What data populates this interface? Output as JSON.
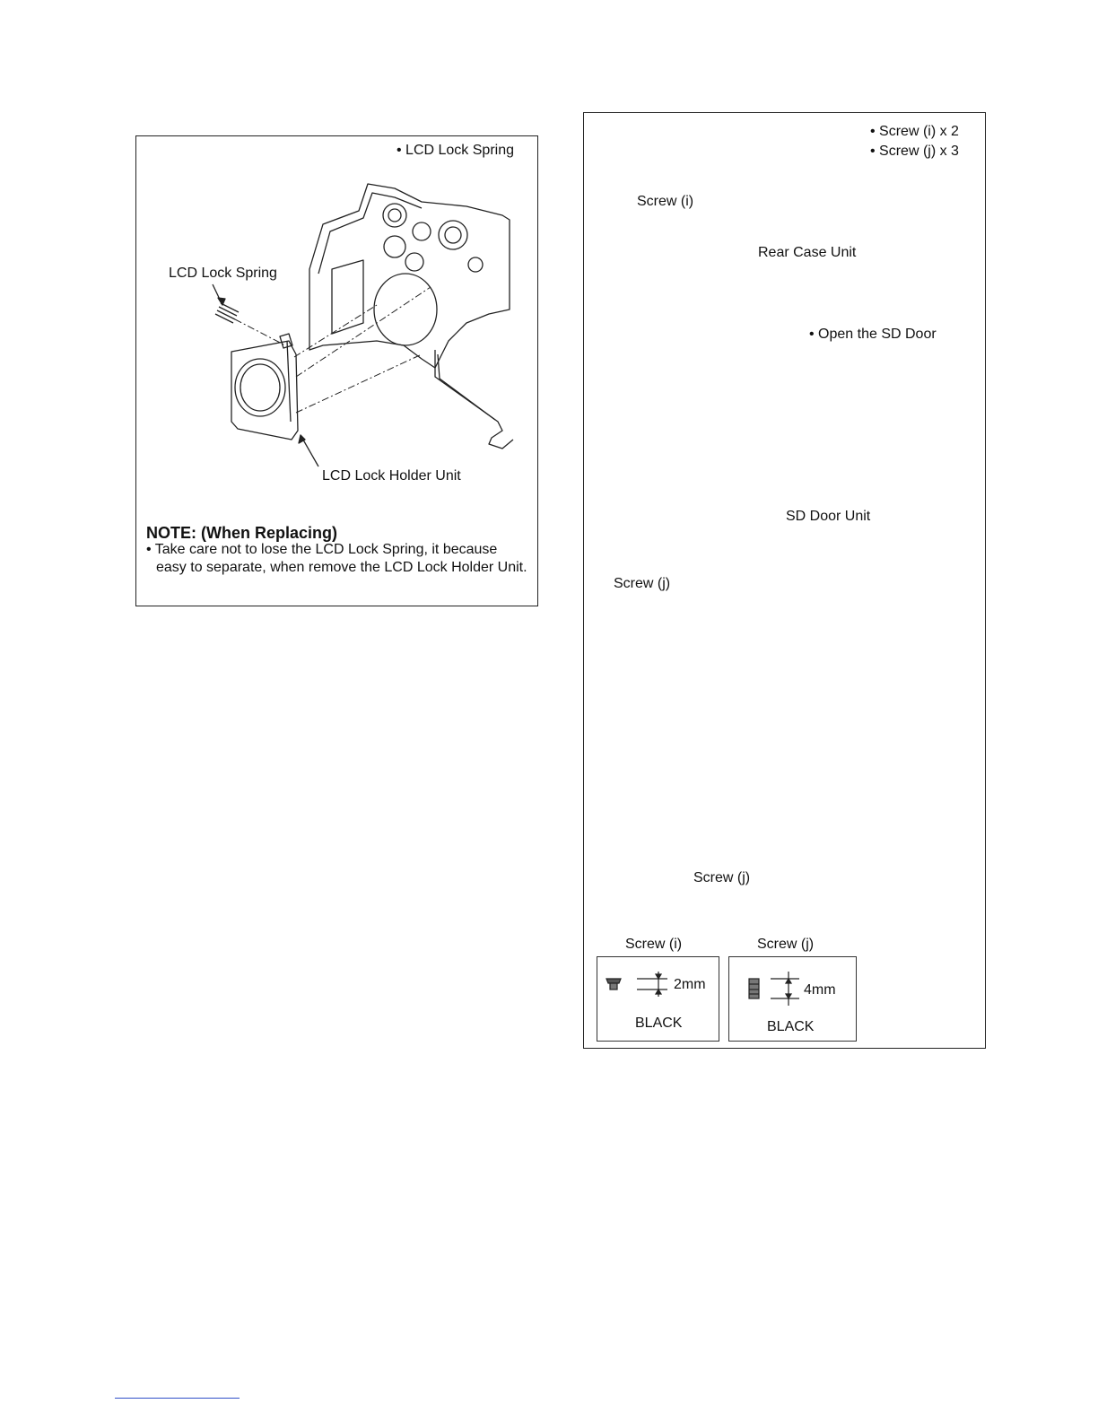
{
  "left_panel": {
    "header": "• LCD Lock Spring",
    "spring_label": "LCD Lock Spring",
    "holder_label": "LCD Lock Holder Unit",
    "note_title": "NOTE: (When Replacing)",
    "note_text": "• Take care not to lose the LCD Lock Spring, it because easy to separate, when remove the LCD Lock Holder Unit."
  },
  "right_panel": {
    "header_line1": "• Screw (i) x 2",
    "header_line2": "• Screw (j) x 3",
    "screw_i_label": "Screw (i)",
    "rear_case_label": "Rear Case Unit",
    "open_door_label": "• Open the SD Door",
    "sd_door_label": "SD Door Unit",
    "screw_j_top_label": "Screw (j)",
    "screw_j_bottom_label": "Screw (j)",
    "screw_table": [
      {
        "name": "Screw (i)",
        "length": "2mm",
        "color": "BLACK"
      },
      {
        "name": "Screw (j)",
        "length": "4mm",
        "color": "BLACK"
      }
    ]
  }
}
